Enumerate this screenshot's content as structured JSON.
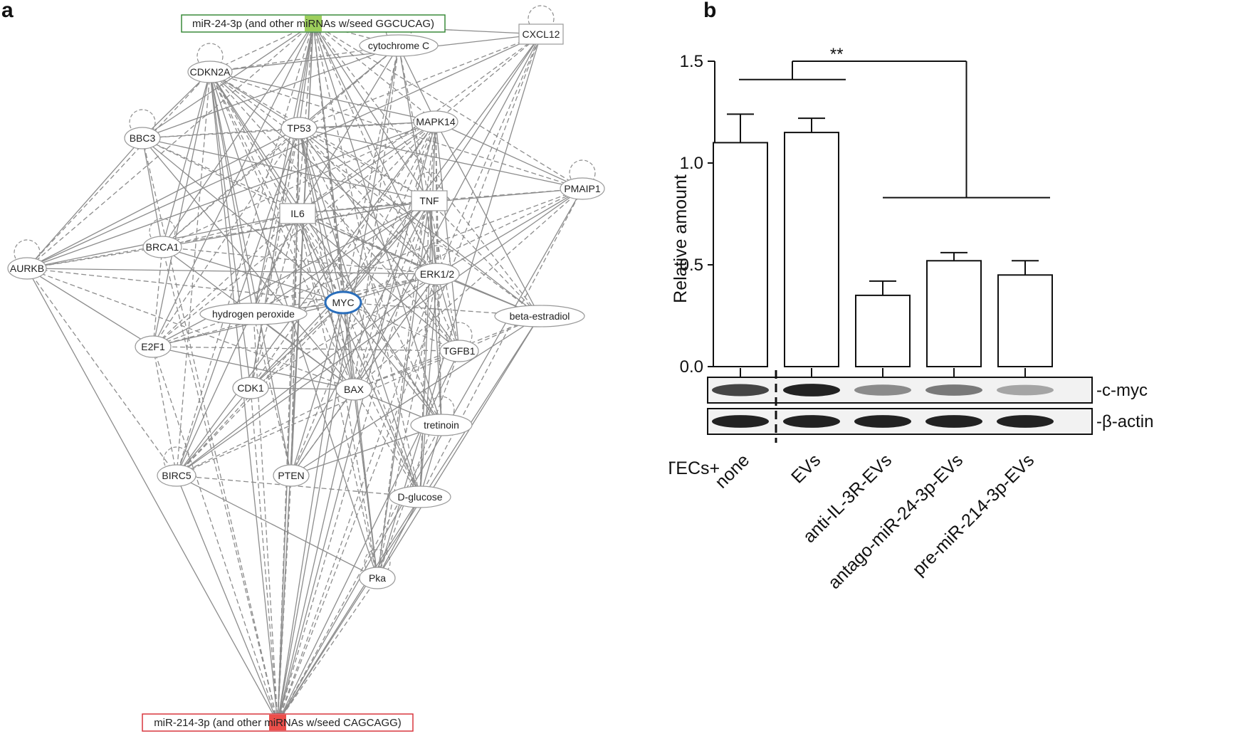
{
  "panels": {
    "a": "a",
    "b": "b"
  },
  "network": {
    "regulators": [
      {
        "id": "mir24",
        "label": "miR-24-3p (and other miRNAs w/seed GGCUCAG)",
        "border": "#3a8a3a",
        "fill": "#8cc63f"
      },
      {
        "id": "mir214",
        "label": "miR-214-3p (and other miRNAs w/seed CAGCAGG)",
        "border": "#d9363e",
        "fill": "#e8302a"
      }
    ],
    "nodes": [
      {
        "id": "cytc",
        "label": "cytochrome C",
        "shape": "ellipse"
      },
      {
        "id": "cxcl12",
        "label": "CXCL12",
        "shape": "rect"
      },
      {
        "id": "cdkn2a",
        "label": "CDKN2A",
        "shape": "ellipse"
      },
      {
        "id": "tp53",
        "label": "TP53",
        "shape": "ellipse"
      },
      {
        "id": "mapk14",
        "label": "MAPK14",
        "shape": "ellipse"
      },
      {
        "id": "bbc3",
        "label": "BBC3",
        "shape": "ellipse"
      },
      {
        "id": "pmaip1",
        "label": "PMAIP1",
        "shape": "ellipse"
      },
      {
        "id": "tnf",
        "label": "TNF",
        "shape": "rect"
      },
      {
        "id": "il6",
        "label": "IL6",
        "shape": "rect"
      },
      {
        "id": "brca1",
        "label": "BRCA1",
        "shape": "ellipse"
      },
      {
        "id": "aurkb",
        "label": "AURKB",
        "shape": "ellipse"
      },
      {
        "id": "erk12",
        "label": "ERK1/2",
        "shape": "ellipse"
      },
      {
        "id": "myc",
        "label": "MYC",
        "shape": "ellipse",
        "highlight": "#2a6ebb"
      },
      {
        "id": "h2o2",
        "label": "hydrogen peroxide",
        "shape": "ellipse"
      },
      {
        "id": "estradiol",
        "label": "beta-estradiol",
        "shape": "ellipse"
      },
      {
        "id": "e2f1",
        "label": "E2F1",
        "shape": "ellipse"
      },
      {
        "id": "tgfb1",
        "label": "TGFB1",
        "shape": "ellipse"
      },
      {
        "id": "cdk1",
        "label": "CDK1",
        "shape": "ellipse"
      },
      {
        "id": "bax",
        "label": "BAX",
        "shape": "ellipse"
      },
      {
        "id": "tretinoin",
        "label": "tretinoin",
        "shape": "ellipse"
      },
      {
        "id": "birc5",
        "label": "BIRC5",
        "shape": "ellipse"
      },
      {
        "id": "pten",
        "label": "PTEN",
        "shape": "ellipse"
      },
      {
        "id": "dglucose",
        "label": "D-glucose",
        "shape": "ellipse"
      },
      {
        "id": "pka",
        "label": "Pka",
        "shape": "ellipse"
      }
    ],
    "edge_color": "#8c8c8c"
  },
  "chart_data": {
    "type": "bar",
    "categories": [
      "none",
      "EVs",
      "anti-IL-3R-EVs",
      "antago-miR-24-3p-EVs",
      "pre-miR-214-3p-EVs"
    ],
    "values": [
      1.1,
      1.15,
      0.35,
      0.52,
      0.45
    ],
    "errors": [
      0.14,
      0.07,
      0.07,
      0.04,
      0.07
    ],
    "title": "",
    "xlabel": "TECs+",
    "ylabel": "Relative amount",
    "ylim": [
      0,
      1.5
    ],
    "yticks": [
      "0.0",
      "0.5",
      "1.0",
      "1.5"
    ],
    "significance": "**",
    "blot_labels": [
      "-c-myc",
      "-β-actin"
    ],
    "blot_intensity": {
      "c_myc": [
        0.75,
        0.95,
        0.35,
        0.45,
        0.2
      ],
      "b_actin": [
        0.95,
        0.95,
        0.95,
        0.95,
        0.95
      ]
    },
    "grid": false,
    "legend": "none"
  }
}
